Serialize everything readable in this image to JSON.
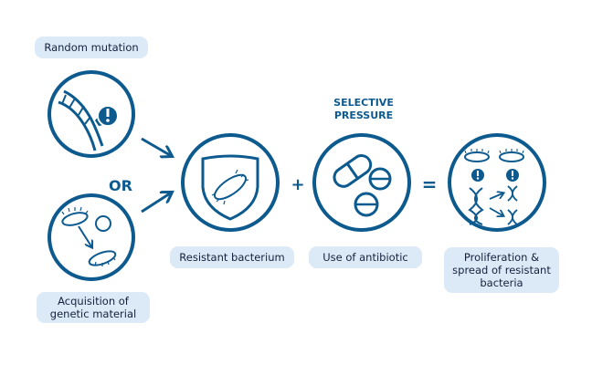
{
  "labels": {
    "random_mutation": "Random mutation",
    "or": "OR",
    "acquisition_line1": "Acquisition of",
    "acquisition_line2": "genetic material",
    "resistant_bacterium": "Resistant bacterium",
    "selective_line1": "SELECTIVE",
    "selective_line2": "PRESSURE",
    "use_of_antibiotic": "Use of antibiotic",
    "proliferation_line1": "Proliferation &",
    "proliferation_line2": "spread of resistant",
    "proliferation_line3": "bacteria"
  },
  "operators": {
    "plus": "+",
    "equals": "="
  },
  "colors": {
    "primary": "#0d5a8f",
    "pill_background": "#dceaf8",
    "text": "#14213d"
  }
}
